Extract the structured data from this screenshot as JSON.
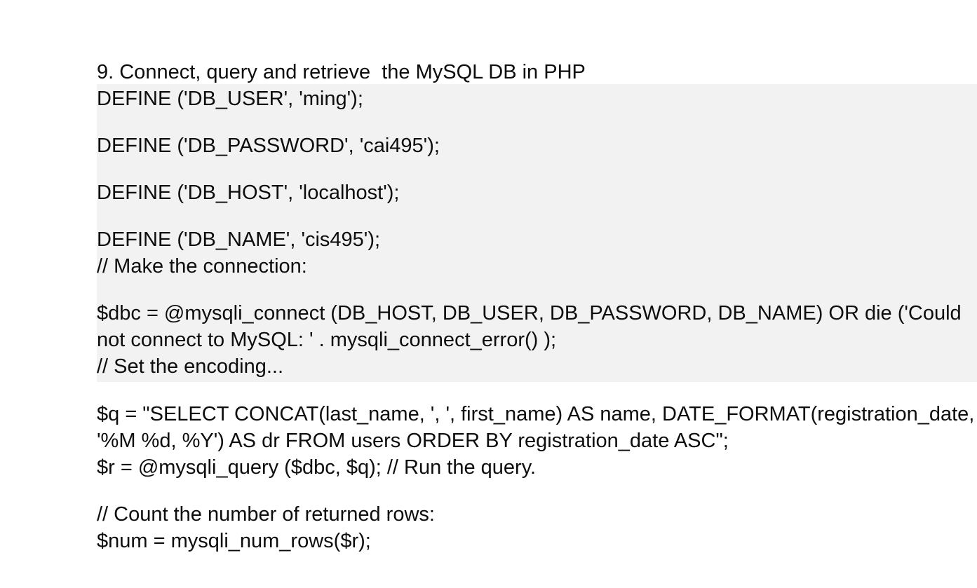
{
  "slide": {
    "background_color": "#ffffff",
    "code_block_background_color": "#f2f2f2",
    "text_color": "#0d0d0d",
    "heading": "9. Connect, query and retrieve  the MySQL DB in PHP",
    "code_block": {
      "lines": [
        "DEFINE ('DB_USER', 'ming');",
        "",
        "DEFINE ('DB_PASSWORD', 'cai495');",
        "",
        "DEFINE ('DB_HOST', 'localhost');",
        "",
        "DEFINE ('DB_NAME', 'cis495');",
        "// Make the connection:",
        "",
        "$dbc = @mysqli_connect (DB_HOST, DB_USER, DB_PASSWORD, DB_NAME) OR die ('Could not connect to MySQL: ' . mysqli_connect_error() );",
        "// Set the encoding..."
      ]
    },
    "lower_block": {
      "lines": [
        "$q = \"SELECT CONCAT(last_name, ', ', first_name) AS name, DATE_FORMAT(registration_date, '%M %d, %Y') AS dr FROM users ORDER BY registration_date ASC\";",
        "$r = @mysqli_query ($dbc, $q); // Run the query.",
        "",
        "// Count the number of returned rows:",
        "$num = mysqli_num_rows($r);"
      ]
    }
  }
}
